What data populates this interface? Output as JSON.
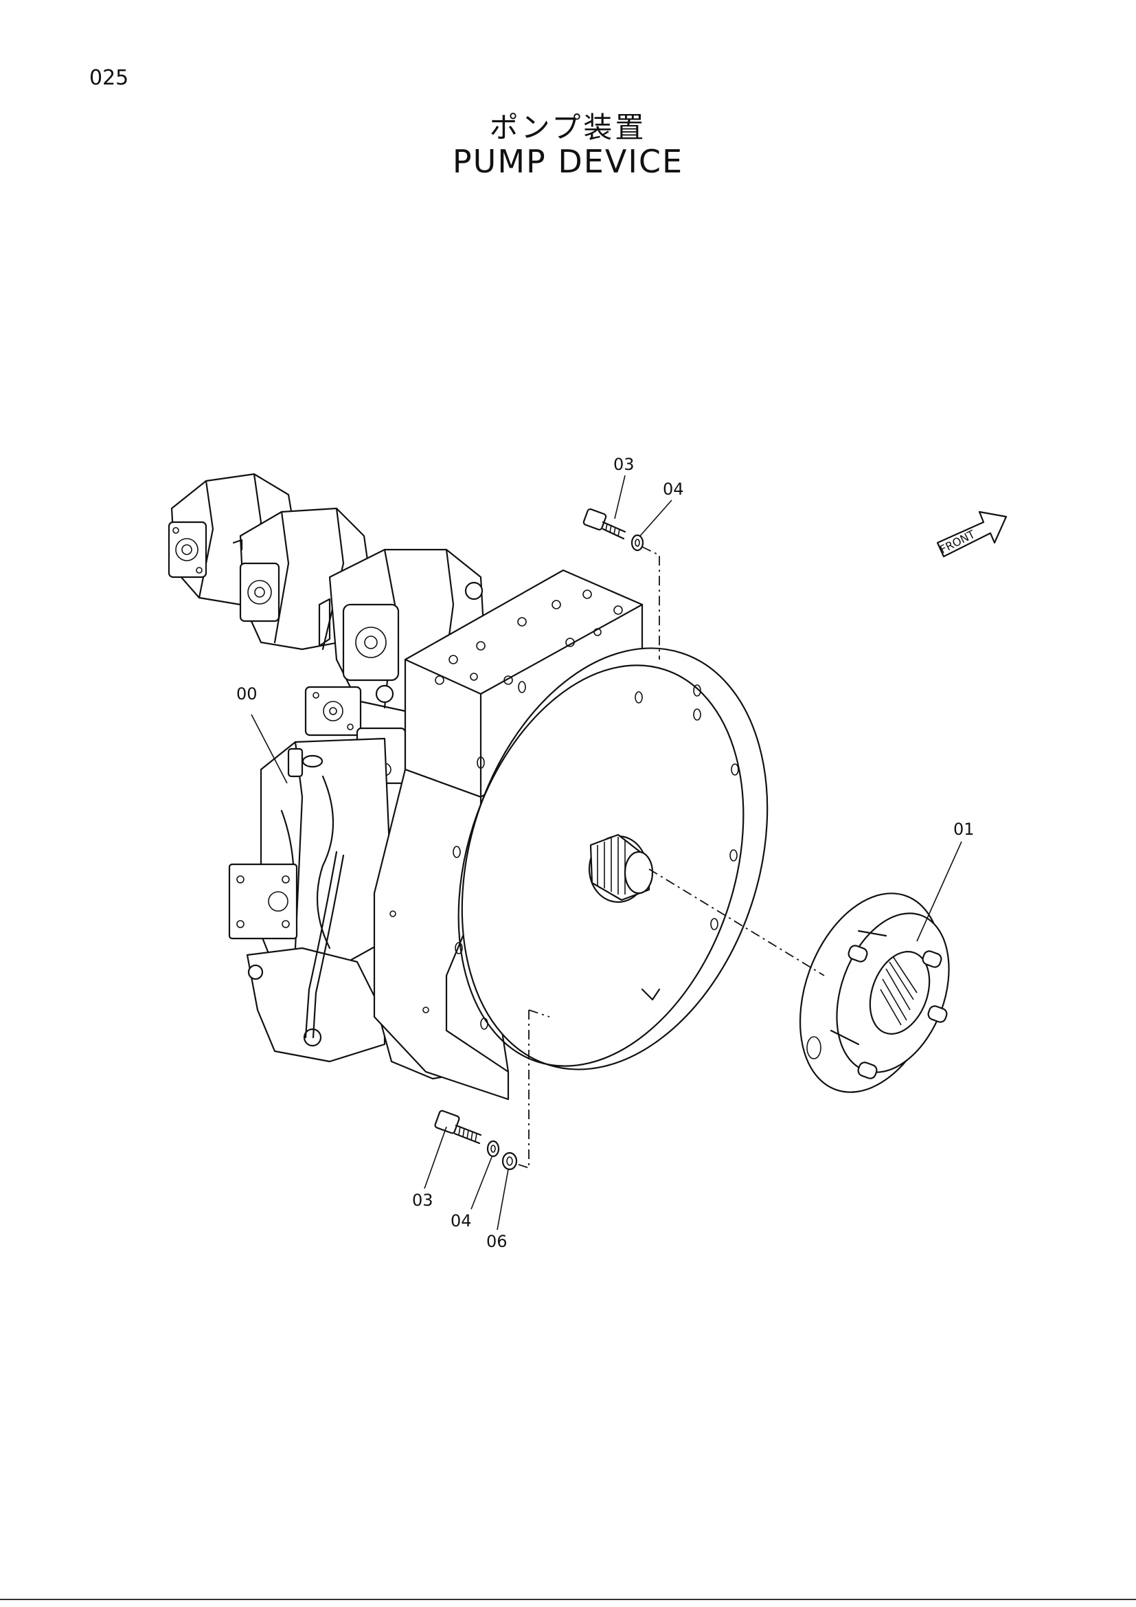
{
  "page": {
    "number": "025"
  },
  "title": {
    "japanese": "ポンプ装置",
    "english": "PUMP DEVICE"
  },
  "front_indicator": {
    "label": "FRONT"
  },
  "callouts": [
    {
      "id": "label-00",
      "text": "00"
    },
    {
      "id": "label-01",
      "text": "01"
    },
    {
      "id": "label-03-top",
      "text": "03"
    },
    {
      "id": "label-04-top",
      "text": "04"
    },
    {
      "id": "label-03-bottom",
      "text": "03"
    },
    {
      "id": "label-04-bottom",
      "text": "04"
    },
    {
      "id": "label-06",
      "text": "06"
    }
  ]
}
